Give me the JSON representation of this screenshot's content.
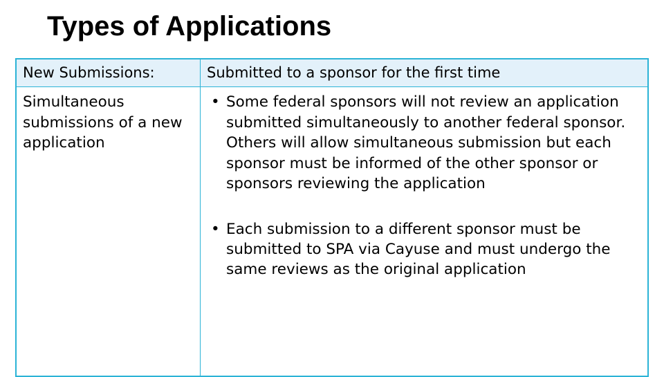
{
  "slide": {
    "title": "Types of Applications",
    "colors": {
      "table_border": "#2bb3d6",
      "header_row_fill": "#e3f1fa",
      "text": "#000000",
      "background": "#ffffff"
    },
    "table": {
      "header_row": {
        "label": "New Submissions:",
        "value": "Submitted to a sponsor for the first time"
      },
      "body_row": {
        "label": "Simultaneous submissions of a new application",
        "bullets": [
          {
            "marker": "•",
            "text": "Some federal sponsors will not review an application submitted simultaneously to another federal sponsor.  Others will allow simultaneous submission but each sponsor must be informed of the other sponsor or sponsors reviewing the application"
          },
          {
            "marker": "•",
            "text": "Each submission to a different sponsor must be submitted to SPA via Cayuse and must undergo the same reviews as the original application"
          }
        ]
      }
    }
  }
}
